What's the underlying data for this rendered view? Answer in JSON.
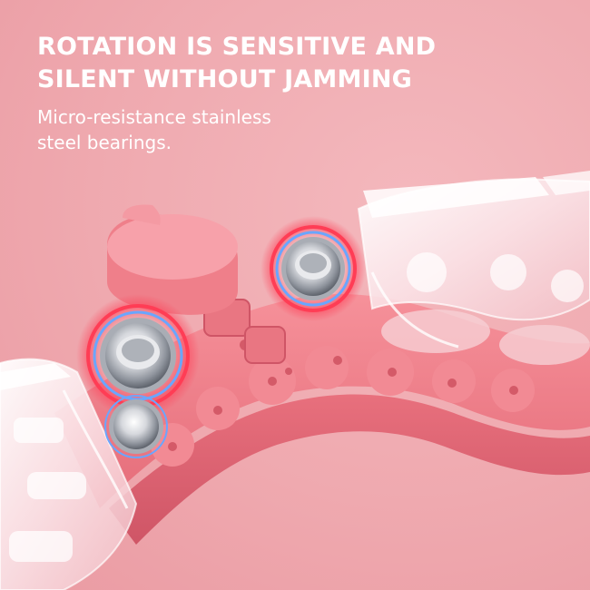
{
  "headline": {
    "line1": "ROTATION IS SENSITIVE AND",
    "line2": "SILENT WITHOUT JAMMING"
  },
  "subline": {
    "line1": "Micro-resistance stainless",
    "line2": "steel bearings."
  },
  "colors": {
    "background": "#efa9af",
    "text": "#ffffff",
    "link_body": "#f07e88",
    "link_shadow": "#d9606d",
    "clear_shell": "#fbeff1",
    "bearing_ring_red": "#ff3d55",
    "bearing_ring_blue": "#6aa6ff",
    "bearing_metal": "#c9ccd2"
  },
  "icons": {
    "bearings": "steel-bearing-icon",
    "links": "hoop-link-icon"
  }
}
